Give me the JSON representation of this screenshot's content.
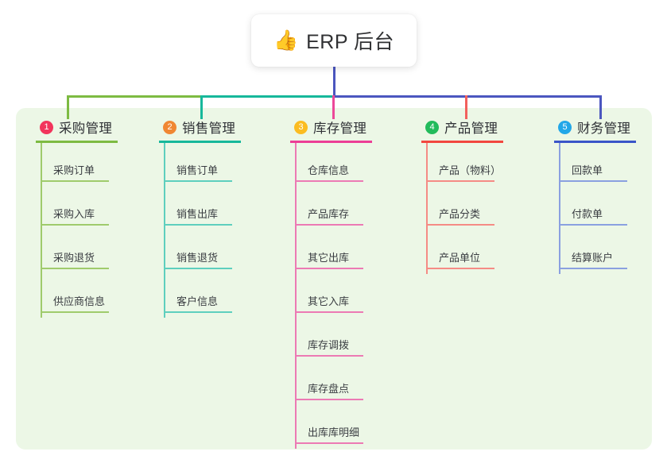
{
  "root": {
    "icon": "thumbs-up-icon",
    "emoji": "👍",
    "title": "ERP 后台"
  },
  "panel": {
    "background_color": "#ECF7E6"
  },
  "connectors": {
    "trunk_color": "#4B56BF",
    "bus_segment_colors": [
      "#7DBB42",
      "#17B89B",
      "#4B56BF"
    ]
  },
  "columns": [
    {
      "index": "1",
      "title": "采购管理",
      "badge_color": "#F2355C",
      "header_line_color": "#7DBB42",
      "line_color": "#9FCB6C",
      "drop_color": "#7DBB42",
      "items": [
        {
          "label": "采购订单"
        },
        {
          "label": "采购入库"
        },
        {
          "label": "采购退货"
        },
        {
          "label": "供应商信息"
        }
      ]
    },
    {
      "index": "2",
      "title": "销售管理",
      "badge_color": "#F08733",
      "header_line_color": "#17B89B",
      "line_color": "#5ECFBE",
      "drop_color": "#17B89B",
      "items": [
        {
          "label": "销售订单"
        },
        {
          "label": "销售出库"
        },
        {
          "label": "销售退货"
        },
        {
          "label": "客户信息"
        }
      ]
    },
    {
      "index": "3",
      "title": "库存管理",
      "badge_color": "#FBBC21",
      "header_line_color": "#EC3E96",
      "line_color": "#EC7AB4",
      "drop_color": "#EC4899",
      "items": [
        {
          "label": "仓库信息"
        },
        {
          "label": "产品库存"
        },
        {
          "label": "其它出库"
        },
        {
          "label": "其它入库"
        },
        {
          "label": "库存调拨"
        },
        {
          "label": "库存盘点"
        },
        {
          "label": "出库库明细"
        }
      ]
    },
    {
      "index": "4",
      "title": "产品管理",
      "badge_color": "#22BB5B",
      "header_line_color": "#F2473F",
      "line_color": "#F58B85",
      "drop_color": "#F2605C",
      "items": [
        {
          "label": "产品（物料）"
        },
        {
          "label": "产品分类"
        },
        {
          "label": "产品单位"
        }
      ]
    },
    {
      "index": "5",
      "title": "财务管理",
      "badge_color": "#22A7E8",
      "header_line_color": "#3A55C8",
      "line_color": "#8AA0E0",
      "drop_color": "#4B56BF",
      "items": [
        {
          "label": "回款单"
        },
        {
          "label": "付款单"
        },
        {
          "label": "结算账户"
        }
      ]
    }
  ]
}
